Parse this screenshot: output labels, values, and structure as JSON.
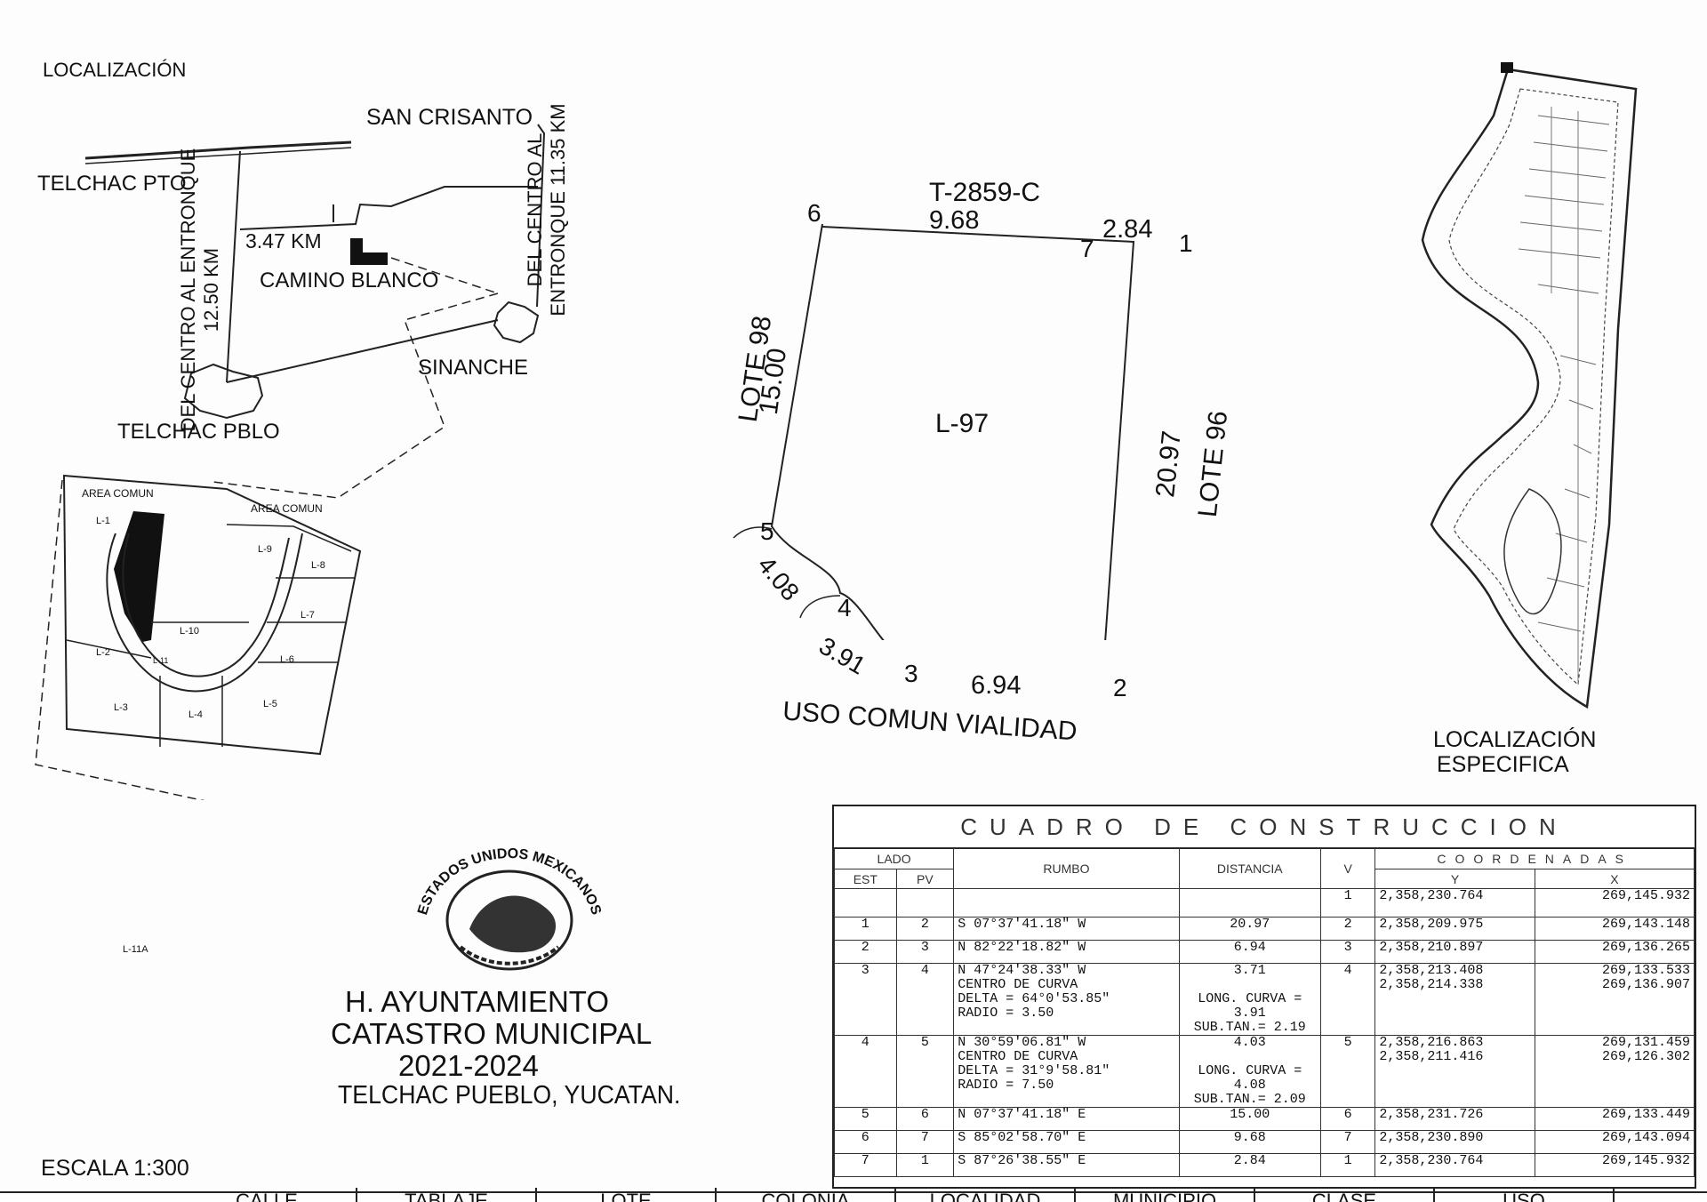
{
  "location": {
    "title": "LOCALIZACIÓN",
    "san_crisanto": "SAN CRISANTO",
    "telchac_pto": "TELCHAC PTO",
    "distance_left": "DEL CENTRO AL ENTRONQUE 12.50 KM",
    "distance_right": "DEL CENTRO AL ENTRONQUE 11.35 KM",
    "dist_347": "3.47 KM",
    "camino_blanco": "CAMINO BLANCO",
    "sinanche": "SINANCHE",
    "telchac_pblo": "TELCHAC PBLO"
  },
  "detail": {
    "area_comun_1": "AREA COMUN",
    "area_comun_2": "AREA COMUN",
    "lots": [
      "L-1",
      "L-2",
      "L-3",
      "L-4",
      "L-5",
      "L-6",
      "L-7",
      "L-8",
      "L-9",
      "L-10",
      "L-11"
    ],
    "bottom_lot": "L-11A"
  },
  "plot": {
    "north_label": "T-2859-C",
    "lot": "L-97",
    "west_label": "LOTE 98",
    "east_label": "LOTE 96",
    "south_label": "USO COMUN VIALIDAD",
    "points": [
      "1",
      "2",
      "3",
      "4",
      "5",
      "6",
      "7"
    ],
    "dims": {
      "d67": "9.68",
      "d71": "2.84",
      "d56": "15.00",
      "d12": "20.97",
      "d45": "4.08",
      "d34": "3.91",
      "d23": "6.94"
    }
  },
  "specific": {
    "line1": "LOCALIZACIÓN",
    "line2": "ESPECIFICA"
  },
  "seal": {
    "text": "ESTADOS UNIDOS MEXICANOS"
  },
  "authority": {
    "line1": "H. AYUNTAMIENTO",
    "line2": "CATASTRO MUNICIPAL",
    "line3": "2021-2024",
    "line4": "TELCHAC PUEBLO, YUCATAN."
  },
  "scale": "ESCALA 1:300",
  "construction_table": {
    "title": "CUADRO DE CONSTRUCCION",
    "headers": {
      "lado": "LADO",
      "est": "EST",
      "pv": "PV",
      "rumbo": "RUMBO",
      "distancia": "DISTANCIA",
      "v": "V",
      "coordenadas": "COORDENADAS",
      "y": "Y",
      "x": "X"
    },
    "first_row": {
      "v": "1",
      "y": "2,358,230.764",
      "x": "269,145.932"
    },
    "rows": [
      {
        "est": "1",
        "pv": "2",
        "rumbo": [
          "S 07°37'41.18\" W"
        ],
        "dist": [
          "20.97"
        ],
        "v": "2",
        "y": [
          "2,358,209.975"
        ],
        "x": [
          "269,143.148"
        ]
      },
      {
        "est": "2",
        "pv": "3",
        "rumbo": [
          "N 82°22'18.82\" W"
        ],
        "dist": [
          "6.94"
        ],
        "v": "3",
        "y": [
          "2,358,210.897"
        ],
        "x": [
          "269,136.265"
        ]
      },
      {
        "est": "3",
        "pv": "4",
        "rumbo": [
          "N 47°24'38.33\" W",
          "CENTRO DE CURVA",
          "DELTA = 64°0'53.85\"",
          "RADIO = 3.50"
        ],
        "dist": [
          "3.71",
          "",
          "LONG. CURVA = 3.91",
          "SUB.TAN.= 2.19"
        ],
        "v": "4",
        "y": [
          "2,358,213.408",
          "2,358,214.338"
        ],
        "x": [
          "269,133.533",
          "269,136.907"
        ]
      },
      {
        "est": "4",
        "pv": "5",
        "rumbo": [
          "N 30°59'06.81\" W",
          "CENTRO DE CURVA",
          "DELTA = 31°9'58.81\"",
          "RADIO = 7.50"
        ],
        "dist": [
          "4.03",
          "",
          "LONG. CURVA = 4.08",
          "SUB.TAN.= 2.09"
        ],
        "v": "5",
        "y": [
          "2,358,216.863",
          "2,358,211.416"
        ],
        "x": [
          "269,131.459",
          "269,126.302"
        ]
      },
      {
        "est": "5",
        "pv": "6",
        "rumbo": [
          "N 07°37'41.18\" E"
        ],
        "dist": [
          "15.00"
        ],
        "v": "6",
        "y": [
          "2,358,231.726"
        ],
        "x": [
          "269,133.449"
        ]
      },
      {
        "est": "6",
        "pv": "7",
        "rumbo": [
          "S 85°02'58.70\" E"
        ],
        "dist": [
          "9.68"
        ],
        "v": "7",
        "y": [
          "2,358,230.890"
        ],
        "x": [
          "269,143.094"
        ]
      },
      {
        "est": "7",
        "pv": "1",
        "rumbo": [
          "S 87°26'38.55\" E"
        ],
        "dist": [
          "2.84"
        ],
        "v": "1",
        "y": [
          "2,358,230.764"
        ],
        "x": [
          "269,145.932"
        ]
      }
    ]
  },
  "footer_headers": [
    "CALLE",
    "TABLAJE",
    "LOTE",
    "COLONIA",
    "LOCALIDAD",
    "MUNICIPIO",
    "CLASE",
    "USO"
  ]
}
